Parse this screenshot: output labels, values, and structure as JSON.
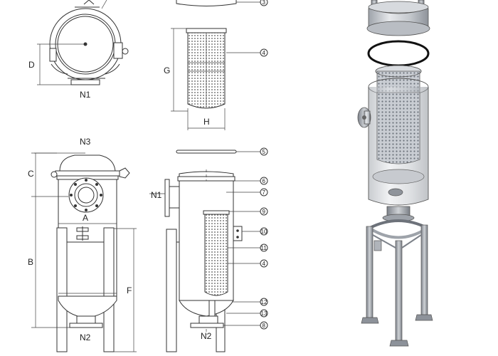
{
  "dimension_labels": {
    "D": "D",
    "N1_top": "N1",
    "G": "G",
    "H": "H",
    "N3": "N3",
    "C": "C",
    "A": "A",
    "B": "B",
    "F": "F",
    "N2_left": "N2",
    "N1_side": "N1",
    "N2_side": "N2"
  },
  "callouts": {
    "c3": "3",
    "c4a": "4",
    "c5": "5",
    "c6": "6",
    "c7": "7",
    "c9": "9",
    "c10": "10",
    "c11": "11",
    "c4b": "4",
    "c12": "12",
    "c13": "13",
    "c8": "8"
  }
}
